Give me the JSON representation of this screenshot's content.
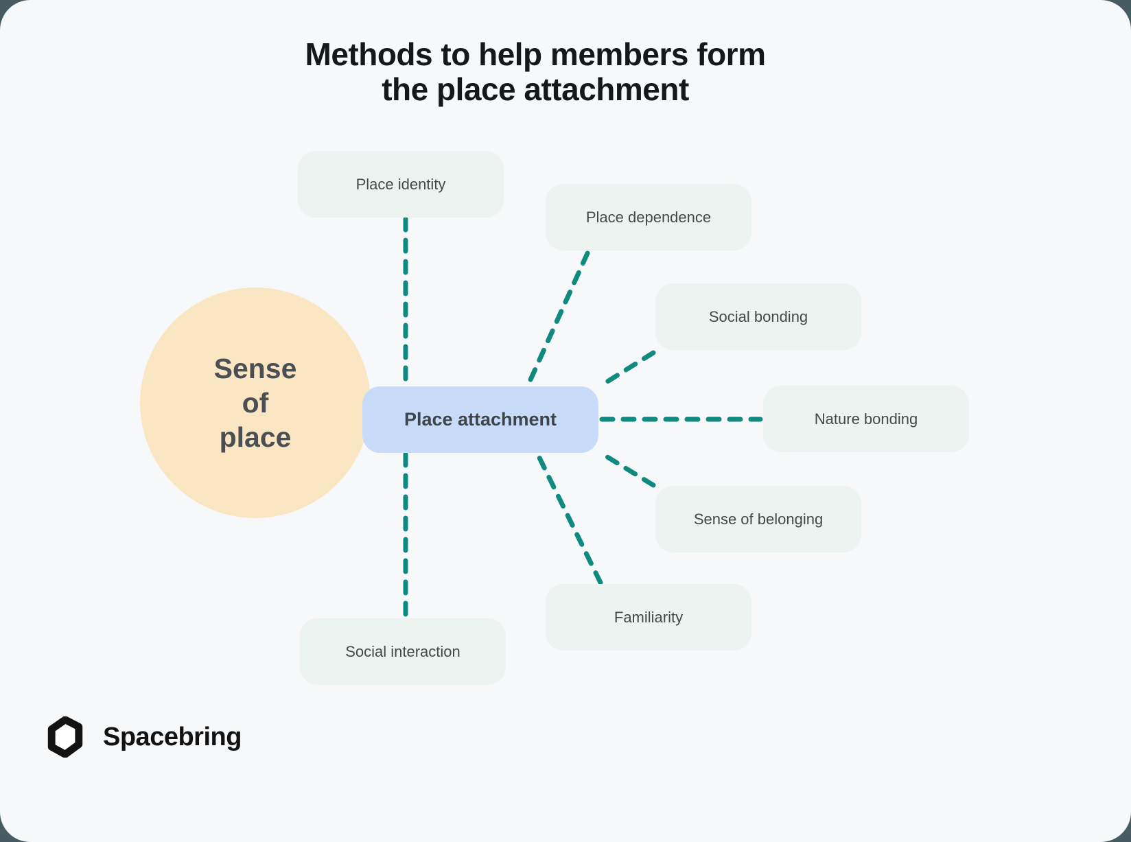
{
  "title": {
    "line1": "Methods to help members form",
    "line2": "the place attachment"
  },
  "hub": {
    "label_lines": [
      "Sense",
      "of",
      "place"
    ]
  },
  "center_node": {
    "label": "Place attachment"
  },
  "satellites": [
    {
      "label": "Place identity"
    },
    {
      "label": "Place dependence"
    },
    {
      "label": "Social bonding"
    },
    {
      "label": "Nature bonding"
    },
    {
      "label": "Sense of belonging"
    },
    {
      "label": "Familiarity"
    },
    {
      "label": "Social interaction"
    }
  ],
  "edges": [
    {
      "from": "Place attachment",
      "to": "Place identity",
      "style": "dashed"
    },
    {
      "from": "Place attachment",
      "to": "Place dependence",
      "style": "dashed"
    },
    {
      "from": "Place attachment",
      "to": "Social bonding",
      "style": "dashed"
    },
    {
      "from": "Place attachment",
      "to": "Nature bonding",
      "style": "dashed"
    },
    {
      "from": "Place attachment",
      "to": "Sense of belonging",
      "style": "dashed"
    },
    {
      "from": "Place attachment",
      "to": "Familiarity",
      "style": "dashed"
    },
    {
      "from": "Place attachment",
      "to": "Social interaction",
      "style": "dashed"
    }
  ],
  "footer": {
    "brand": "Spacebring"
  },
  "colors": {
    "outer_bg": "#475B62",
    "card_bg": "#F7F8F9",
    "satellite_bg": "#ECF3F0",
    "center_bg": "#C8DBF8",
    "circle_bg": "#FAE6C3",
    "connector": "#0F8A80",
    "title_text": "#15181A",
    "label_text": "#45484B",
    "center_text": "#3E4449",
    "hub_text": "#4B4F53",
    "brand_text": "#121212"
  }
}
